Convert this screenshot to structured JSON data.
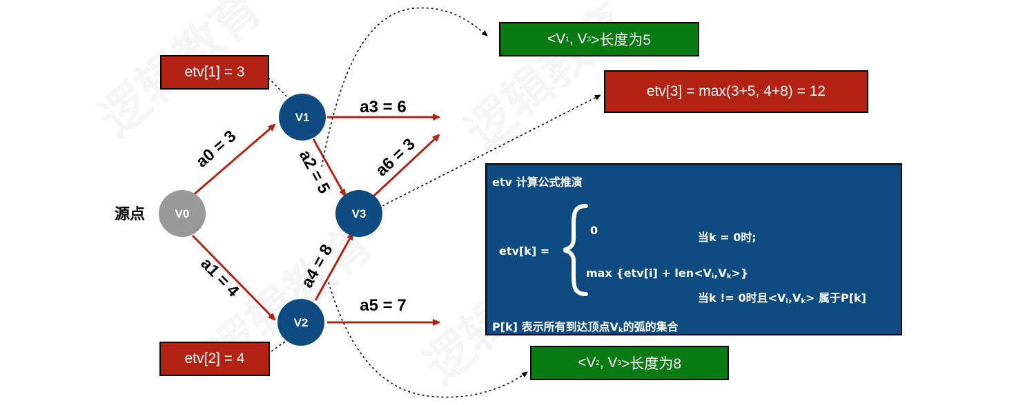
{
  "watermark": "逻辑教育",
  "nodes": {
    "v0": "V0",
    "v1": "V1",
    "v2": "V2",
    "v3": "V3",
    "source_label": "源点"
  },
  "edges": {
    "a0": "a0 = 3",
    "a1": "a1 = 4",
    "a2": "a2 = 5",
    "a3": "a3 = 6",
    "a4": "a4 = 8",
    "a5": "a5 = 7",
    "a6": "a6 = 3"
  },
  "boxes": {
    "etv1": "etv[1] = 3",
    "etv2": "etv[2] = 4",
    "etv3": "etv[3] = max(3+5, 4+8) = 12",
    "v1v3_open": "<V",
    "v1v3_sub1": "1",
    "v1v3_mid": ", V",
    "v1v3_sub2": "3",
    "v1v3_close": ">长度为5",
    "v2v3_open": "<V",
    "v2v3_sub1": "2",
    "v2v3_mid": ", V",
    "v2v3_sub2": "3",
    "v2v3_close": ">长度为8"
  },
  "formula": {
    "title": "etv 计算公式推演",
    "lhs": "etv[k] =",
    "case1_value": "0",
    "case1_cond": "当k = 0时;",
    "case2_a": "max {etv[i] + len<V",
    "case2_i": "i",
    "case2_b": ",V",
    "case2_k": "k",
    "case2_c": ">}",
    "case2_cond_a": "当k != 0时且<V",
    "case2_cond_i": "i",
    "case2_cond_b": ",V",
    "case2_cond_k": "k",
    "case2_cond_c": "> 属于P[k]",
    "footer_a": "P[k] 表示所有到达顶点V",
    "footer_k": "k",
    "footer_b": "的弧的集合"
  },
  "colors": {
    "arrow": "#b32313",
    "node_blue": "#0e4b80",
    "node_gray": "#999999",
    "box_red": "#b32313",
    "box_green": "#0a7a12",
    "formula_bg": "#0e4b80"
  }
}
